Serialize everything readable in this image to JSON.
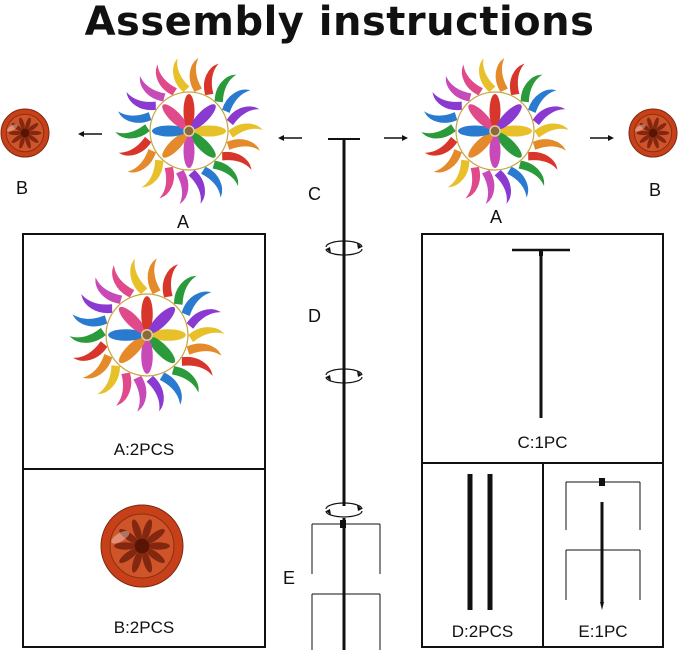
{
  "title": "Assembly instructions",
  "diagram_labels": {
    "a_left": "A",
    "a_right": "A",
    "b_left": "B",
    "b_right": "B",
    "c": "C",
    "d": "D",
    "e": "E"
  },
  "parts": {
    "a": "A:2PCS",
    "b": "B:2PCS",
    "c": "C:1PC",
    "d": "D:2PCS",
    "e": "E:1PC"
  },
  "colors": {
    "outline": "#111111",
    "ornament_red": "#c8401a",
    "blade_palette": [
      "#e8c02a",
      "#e58a2a",
      "#d8362a",
      "#2a9a3a",
      "#2a7ad0",
      "#8a3ad0",
      "#c84ab8",
      "#e04a8a"
    ]
  }
}
